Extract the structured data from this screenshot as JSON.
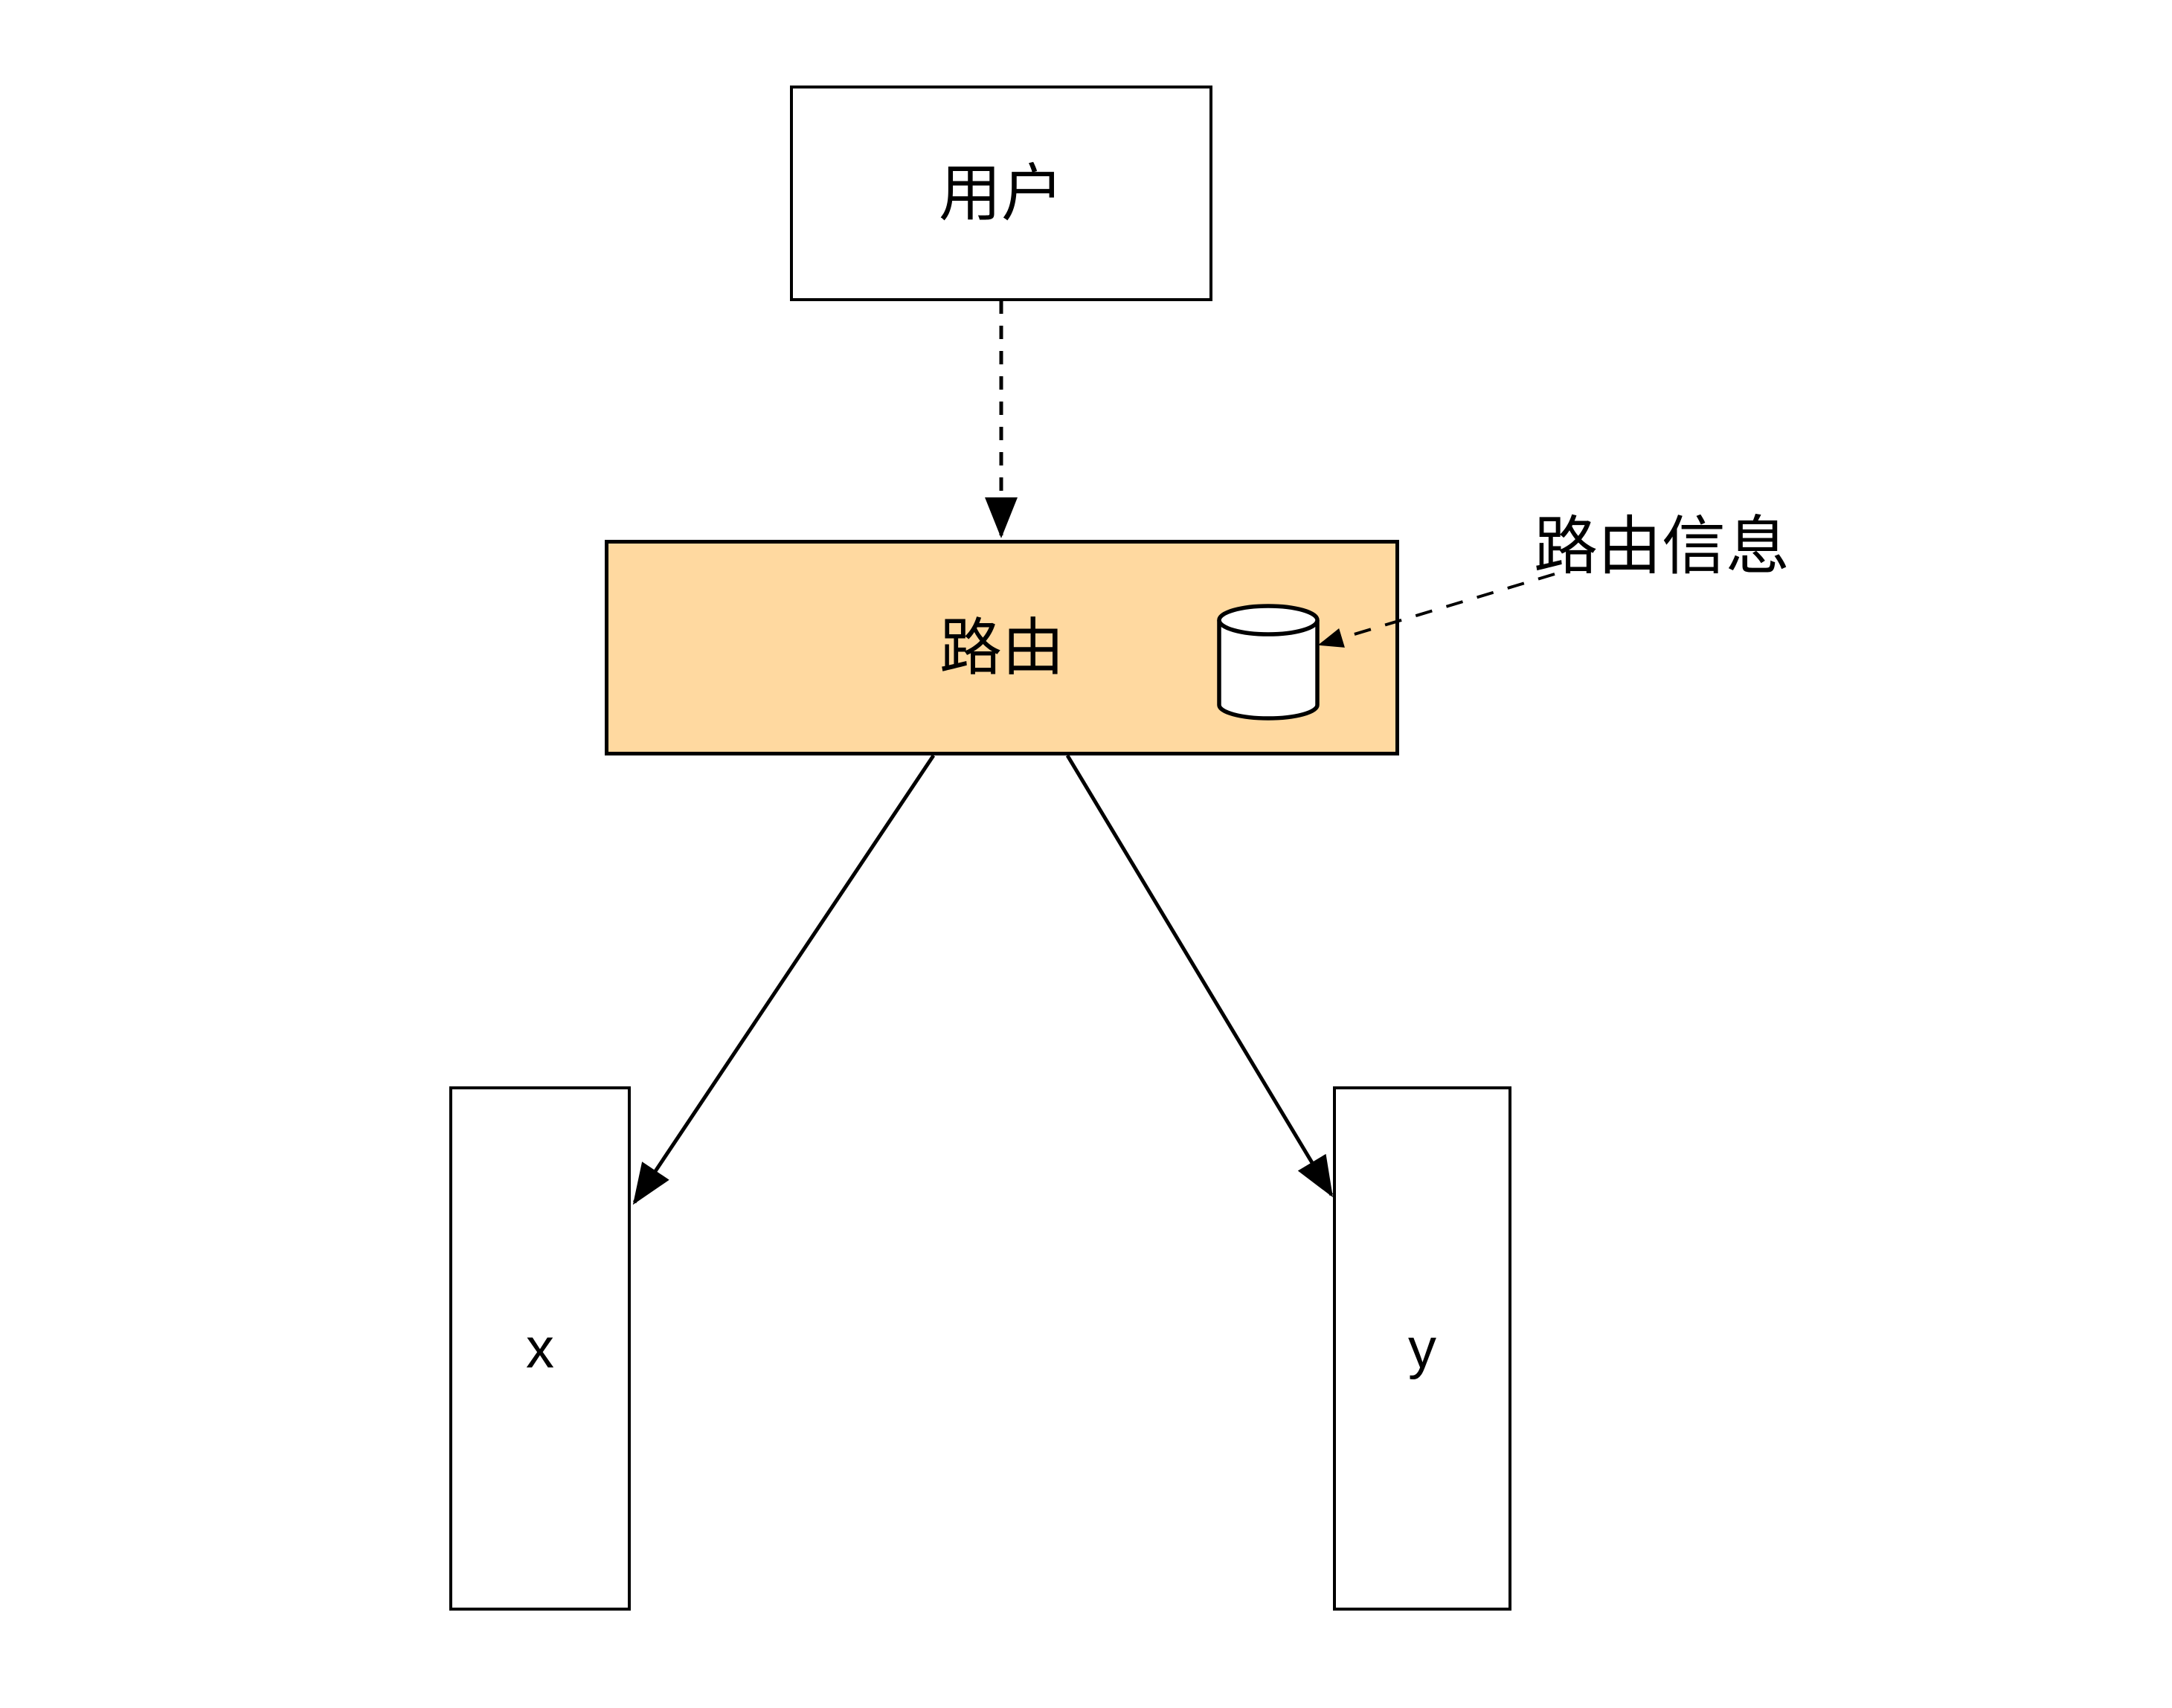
{
  "nodes": {
    "user": {
      "label": "用户"
    },
    "router": {
      "label": "路由",
      "fill": "#ffd9a0",
      "icon": "database-cylinder-icon"
    },
    "x": {
      "label": "x"
    },
    "y": {
      "label": "y"
    }
  },
  "annotation": {
    "label": "路由信息",
    "points_to": "database-cylinder-icon"
  },
  "edges": [
    {
      "id": "user-to-router",
      "from": "用户",
      "to": "路由",
      "style": "dashed",
      "arrow": true
    },
    {
      "id": "router-to-x",
      "from": "路由",
      "to": "x",
      "style": "solid",
      "arrow": true
    },
    {
      "id": "router-to-y",
      "from": "路由",
      "to": "y",
      "style": "solid",
      "arrow": true
    },
    {
      "id": "info-to-database",
      "from": "路由信息",
      "to": "database-cylinder-icon",
      "style": "dashed",
      "arrow": true
    }
  ],
  "colors": {
    "background": "#ffffff",
    "stroke": "#000000",
    "router_fill": "#ffd9a0",
    "cylinder_fill": "#ffffff"
  }
}
